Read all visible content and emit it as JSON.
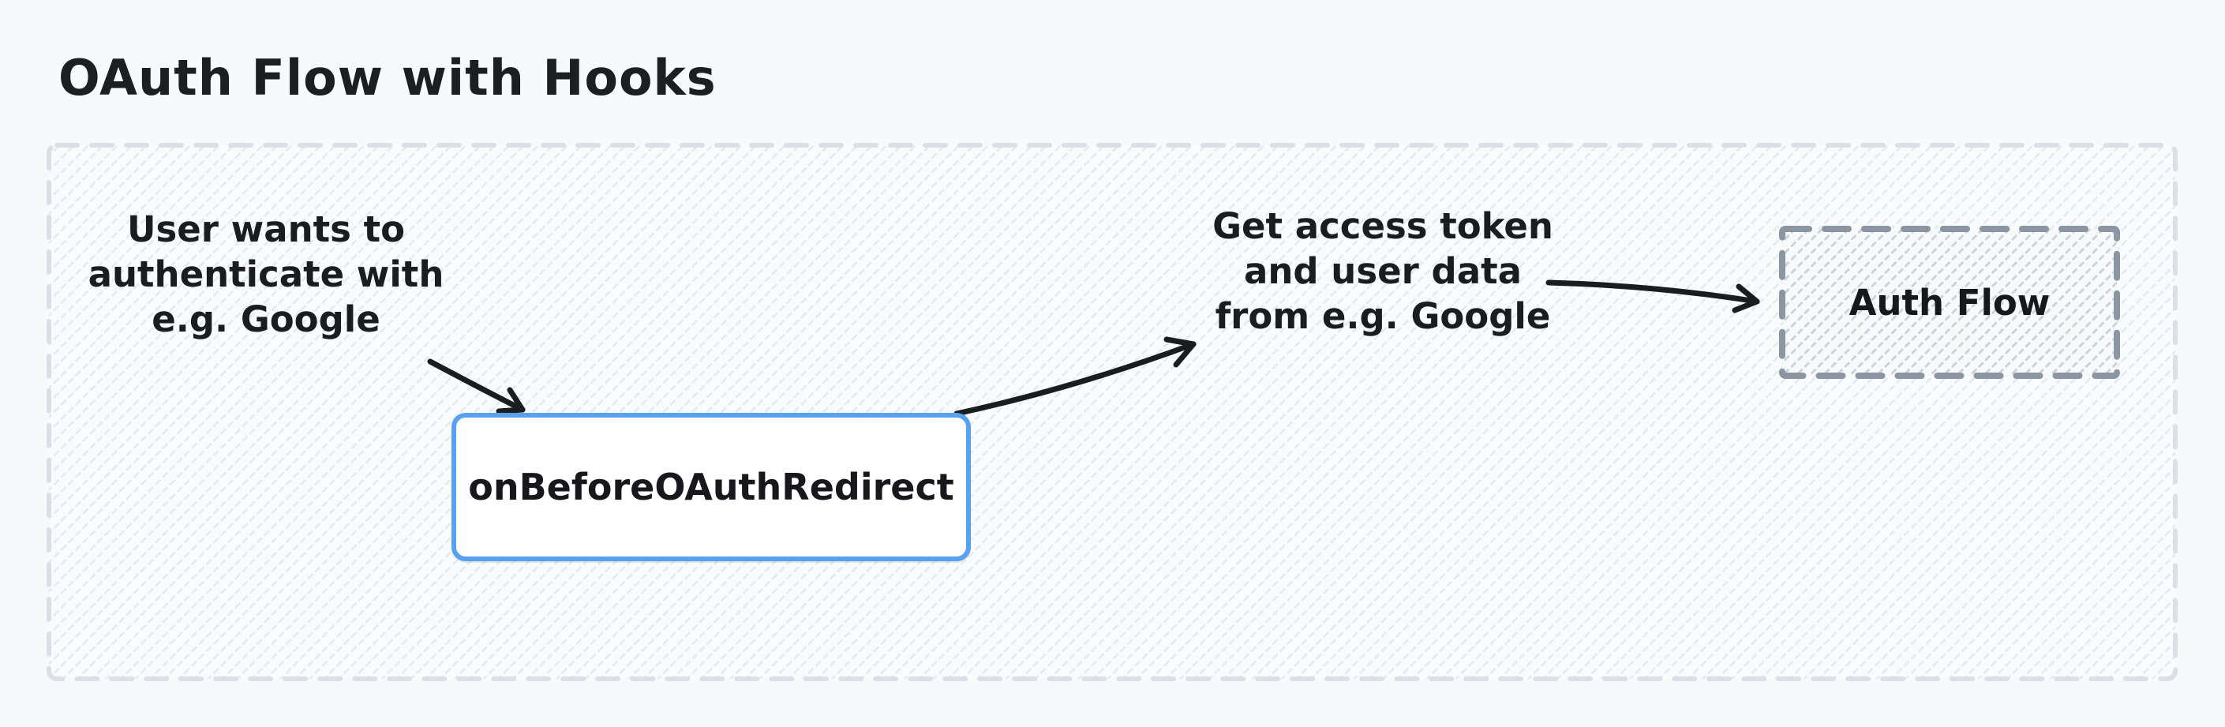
{
  "title": "OAuth Flow with Hooks",
  "colors": {
    "canvas_bg": "#f8f9fb",
    "ink": "#1b1c20",
    "accent_blue": "#57a1f0",
    "frame_dash": "#dcdfe5",
    "auth_dash": "#8c96a3"
  },
  "diagram": {
    "left_note": {
      "lines": [
        "User wants to",
        "authenticate with",
        "e.g. Google"
      ]
    },
    "hook_node": {
      "label": "onBeforeOAuthRedirect"
    },
    "right_note": {
      "lines": [
        "Get access token",
        "and user data",
        "from e.g. Google"
      ]
    },
    "auth_node": {
      "label": "Auth Flow"
    }
  }
}
